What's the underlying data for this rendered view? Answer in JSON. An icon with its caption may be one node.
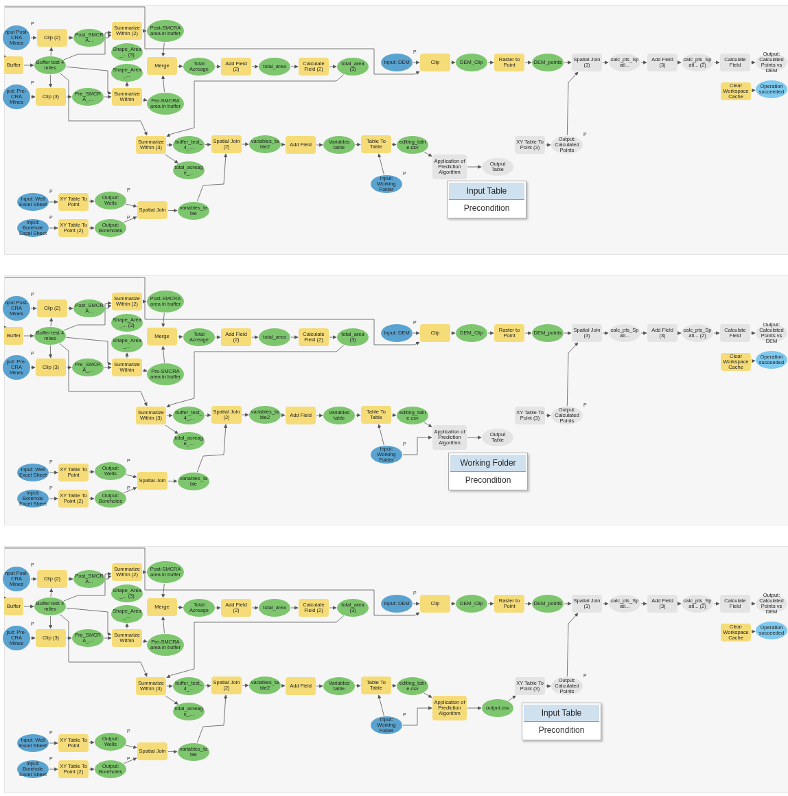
{
  "diagram": {
    "nodes": [
      {
        "text": [],
        "shape": "box"
      },
      {
        "text": [
          "nput Post- CRA Mines"
        ],
        "in": 0,
        "beside": [
          "P"
        ]
      },
      {
        "text": [
          "Clip (2)"
        ],
        "in": 0
      },
      {
        "text": [
          "Post_SMCRA..."
        ],
        "in": 0
      },
      {
        "text": [
          "Summarize Within (2)"
        ],
        "in": 0
      },
      {
        "text": [
          "Post-SMCRA area in buffer"
        ],
        "in": 0
      },
      {
        "text": [
          "Buffer"
        ],
        "in": 0
      },
      {
        "text": [
          "Buffer test 4 miles"
        ],
        "in": 0
      },
      {
        "text": [
          "Shape_Area_... (3)"
        ],
        "in": 0
      },
      {
        "text": [
          "Shape_Area_..."
        ],
        "in": 0
      },
      {
        "text": [
          "Merge"
        ],
        "in": 0
      },
      {
        "text": [
          "Total Acreage"
        ],
        "in": 0
      },
      {
        "text": [
          "Add Field (2)"
        ],
        "in": 0
      },
      {
        "text": [
          "total_area"
        ],
        "in": 0
      },
      {
        "text": [
          "Calculate Field (2)"
        ],
        "in": 0
      },
      {
        "text": [
          "total_area (3)"
        ],
        "in": 0
      },
      {
        "text": [
          "put: Pre- CRA Mines"
        ],
        "in": 0,
        "beside": [
          "P"
        ]
      },
      {
        "text": [
          "Clip (3)"
        ],
        "in": 0
      },
      {
        "text": [
          "Pre_SMCRA_..."
        ],
        "in": 0
      },
      {
        "text": [
          "Summarize Within"
        ],
        "in": 0
      },
      {
        "text": [
          "Pre-SMCRA area in buffer"
        ],
        "in": 0
      },
      {
        "text": [
          "Summarize Within (3)"
        ],
        "in": 0
      },
      {
        "text": [
          "buffer_test_4_..."
        ],
        "in": 0
      },
      {
        "text": [
          "total_acreage_..."
        ],
        "in": 0
      },
      {
        "text": [
          "Spatial Join (2)"
        ],
        "in": 0
      },
      {
        "text": [
          "variables_table2"
        ],
        "in": 0
      },
      {
        "text": [
          "Add Field"
        ],
        "in": 0
      },
      {
        "text": [
          "Variables table"
        ],
        "in": 0
      },
      {
        "text": [
          "Table To Table"
        ],
        "in": 0
      },
      {
        "text": [
          "editing_table.csv"
        ],
        "in": 0
      },
      {
        "text": [
          "Input: Working Folder"
        ],
        "in": 0,
        "beside": [
          "P"
        ]
      },
      {
        "text": [
          "Application of Prediction Algorithm"
        ],
        "in": 0
      },
      {
        "text": [
          "Output Table"
        ],
        "in": 0
      },
      {
        "text": [
          "Input: Well Excel Sheet"
        ],
        "in": 0,
        "beside": [
          "P"
        ]
      },
      {
        "text": [
          "XY Table To Point"
        ],
        "in": 0
      },
      {
        "text": [
          "Output: Wells"
        ],
        "in": 0,
        "beside": [
          "P"
        ]
      },
      {
        "text": [
          "Input: Borehole Excel Sheet"
        ],
        "in": 0,
        "beside": [
          "P"
        ]
      },
      {
        "text": [
          "XY Table To Point (2)"
        ],
        "in": 0
      },
      {
        "text": [
          "Output: Boreholes"
        ],
        "in": 0,
        "beside": [
          "P"
        ]
      },
      {
        "text": [
          "Spatial Join"
        ],
        "in": 0
      },
      {
        "text": [
          "variables_table"
        ],
        "in": 0
      },
      {
        "text": [
          "Input: DEM"
        ],
        "in": 0,
        "beside": [
          "P"
        ]
      },
      {
        "text": [
          "Clip"
        ],
        "in": 0
      },
      {
        "text": [
          "DEM_Clip"
        ],
        "in": 0
      },
      {
        "text": [
          "Raster to Point"
        ],
        "in": 0
      },
      {
        "text": [
          "DEM_points"
        ],
        "in": 0
      },
      {
        "text": [
          "Spatial Join (3)"
        ],
        "in": 0
      },
      {
        "text": [
          "calc_pts_Spati..."
        ],
        "in": 0
      },
      {
        "text": [
          "Add Field (3)"
        ],
        "in": 0
      },
      {
        "text": [
          "calc_pts_Spati... (2)"
        ],
        "in": 0
      },
      {
        "text": [
          "Calculate Field"
        ],
        "in": 0
      },
      {
        "text": [
          "Output: Calculated Points vs DEM"
        ],
        "in": 0
      },
      {
        "text": [
          "Clear Workspace Cache"
        ],
        "in": 0
      },
      {
        "text": [
          "Operation succeeded"
        ],
        "in": 0
      },
      {
        "text": [
          "XY Table To Point (3)"
        ],
        "in": 0
      },
      {
        "text": [
          "Output: Calculated Points"
        ],
        "in": 0,
        "beside": [
          "P"
        ]
      },
      {
        "text": [
          "Input Table",
          "Precondition"
        ],
        "in": 0
      },
      {
        "text": [],
        "shape": "box"
      },
      {
        "text": [
          "nput Post- CRA Mines"
        ],
        "in": 57,
        "beside": [
          "P"
        ]
      },
      {
        "text": [
          "Clip (2)"
        ],
        "in": 57
      },
      {
        "text": [
          "Post_SMCRA..."
        ],
        "in": 57
      },
      {
        "text": [
          "Summarize Within (2)"
        ],
        "in": 57
      },
      {
        "text": [
          "Post-SMCRA area in buffer"
        ],
        "in": 57
      },
      {
        "text": [
          "Buffer"
        ],
        "in": 57
      },
      {
        "text": [
          "Buffer test 4 miles"
        ],
        "in": 57
      },
      {
        "text": [
          "Shape_Area_... (3)"
        ],
        "in": 57
      },
      {
        "text": [
          "Shape_Area_..."
        ],
        "in": 57
      },
      {
        "text": [
          "Merge"
        ],
        "in": 57
      },
      {
        "text": [
          "Total Acreage"
        ],
        "in": 57
      },
      {
        "text": [
          "Add Field (2)"
        ],
        "in": 57
      },
      {
        "text": [
          "total_area"
        ],
        "in": 57
      },
      {
        "text": [
          "Calculate Field (2)"
        ],
        "in": 57
      },
      {
        "text": [
          "total_area (3)"
        ],
        "in": 57
      },
      {
        "text": [
          "put: Pre- CRA Mines"
        ],
        "in": 57,
        "beside": [
          "P"
        ]
      },
      {
        "text": [
          "Clip (3)"
        ],
        "in": 57
      },
      {
        "text": [
          "Pre_SMCRA_..."
        ],
        "in": 57
      },
      {
        "text": [
          "Summarize Within"
        ],
        "in": 57
      },
      {
        "text": [
          "Pre-SMCRA area in buffer"
        ],
        "in": 57
      },
      {
        "text": [
          "Summarize Within (3)"
        ],
        "in": 57
      },
      {
        "text": [
          "buffer_test_4_..."
        ],
        "in": 57
      },
      {
        "text": [
          "total_acreage_..."
        ],
        "in": 57
      },
      {
        "text": [
          "Spatial Join (2)"
        ],
        "in": 57
      },
      {
        "text": [
          "variables_table2"
        ],
        "in": 57
      },
      {
        "text": [
          "Add Field"
        ],
        "in": 57
      },
      {
        "text": [
          "Variables table"
        ],
        "in": 57
      },
      {
        "text": [
          "Table To Table"
        ],
        "in": 57
      },
      {
        "text": [
          "editing_table.csv"
        ],
        "in": 57
      },
      {
        "text": [
          "Input: Working Folder"
        ],
        "in": 57,
        "beside": [
          "P"
        ]
      },
      {
        "text": [
          "Application of Prediction Algorithm"
        ],
        "in": 57
      },
      {
        "text": [
          "Output Table"
        ],
        "in": 57
      },
      {
        "text": [
          "Input: Well Excel Sheet"
        ],
        "in": 57,
        "beside": [
          "P"
        ]
      },
      {
        "text": [
          "XY Table To Point"
        ],
        "in": 57
      },
      {
        "text": [
          "Output: Wells"
        ],
        "in": 57,
        "beside": [
          "P"
        ]
      },
      {
        "text": [
          "Input: Borehole Excel Sheet"
        ],
        "in": 57,
        "beside": [
          "P"
        ]
      },
      {
        "text": [
          "XY Table To Point (2)"
        ],
        "in": 57
      },
      {
        "text": [
          "Output: Boreholes"
        ],
        "in": 57,
        "beside": [
          "P"
        ]
      },
      {
        "text": [
          "Spatial Join"
        ],
        "in": 57
      },
      {
        "text": [
          "variables_table"
        ],
        "in": 57
      },
      {
        "text": [
          "Input: DEM"
        ],
        "in": 57,
        "beside": [
          "P"
        ]
      },
      {
        "text": [
          "Clip"
        ],
        "in": 57
      },
      {
        "text": [
          "DEM_Clip"
        ],
        "in": 57
      },
      {
        "text": [
          "Raster to Point"
        ],
        "in": 57
      },
      {
        "text": [
          "DEM_points"
        ],
        "in": 57
      },
      {
        "text": [
          "Spatial Join (3)"
        ],
        "in": 57
      },
      {
        "text": [
          "calc_pts_Spati..."
        ],
        "in": 57
      },
      {
        "text": [
          "Add Field (3)"
        ],
        "in": 57
      },
      {
        "text": [
          "calc_pts_Spati... (2)"
        ],
        "in": 57
      },
      {
        "text": [
          "Calculate Field"
        ],
        "in": 57
      },
      {
        "text": [
          "Output: Calculated Points vs DEM"
        ],
        "in": 57
      },
      {
        "text": [
          "Clear Workspace Cache"
        ],
        "in": 57
      },
      {
        "text": [
          "Operation succeeded"
        ],
        "in": 57
      },
      {
        "text": [
          "XY Table To Point (3)"
        ],
        "in": 57
      },
      {
        "text": [
          "Output: Calculated Points"
        ],
        "in": 57,
        "beside": [
          "P"
        ]
      },
      {
        "text": [
          "Working Folder",
          "Precondition"
        ],
        "in": 57
      },
      {
        "text": [],
        "shape": "box"
      },
      {
        "text": [
          "nput Post- CRA Mines"
        ],
        "in": 114,
        "beside": [
          "P"
        ]
      },
      {
        "text": [
          "Clip (2)"
        ],
        "in": 114
      },
      {
        "text": [
          "Post_SMCRA..."
        ],
        "in": 114
      },
      {
        "text": [
          "Summarize Within (2)"
        ],
        "in": 114
      },
      {
        "text": [
          "Post-SMCRA area in buffer"
        ],
        "in": 114
      },
      {
        "text": [
          "Buffer"
        ],
        "in": 114
      },
      {
        "text": [
          "Buffer test 4 miles"
        ],
        "in": 114
      },
      {
        "text": [
          "Shape_Area_... (3)"
        ],
        "in": 114
      },
      {
        "text": [
          "Shape_Area_..."
        ],
        "in": 114
      },
      {
        "text": [
          "Merge"
        ],
        "in": 114
      },
      {
        "text": [
          "Total Acreage"
        ],
        "in": 114
      },
      {
        "text": [
          "Add Field (2)"
        ],
        "in": 114
      },
      {
        "text": [
          "total_area"
        ],
        "in": 114
      },
      {
        "text": [
          "Calculate Field (2)"
        ],
        "in": 114
      },
      {
        "text": [
          "total_area (3)"
        ],
        "in": 114
      },
      {
        "text": [
          "put: Pre- CRA Mines"
        ],
        "in": 114,
        "beside": [
          "P"
        ]
      },
      {
        "text": [
          "Clip (3)"
        ],
        "in": 114
      },
      {
        "text": [
          "Pre_SMCRA_..."
        ],
        "in": 114
      },
      {
        "text": [
          "Summarize Within"
        ],
        "in": 114
      },
      {
        "text": [
          "Pre-SMCRA area in buffer"
        ],
        "in": 114
      },
      {
        "text": [
          "Summarize Within (3)"
        ],
        "in": 114
      },
      {
        "text": [
          "buffer_test_4_..."
        ],
        "in": 114
      },
      {
        "text": [
          "total_acreage_..."
        ],
        "in": 114
      },
      {
        "text": [
          "Spatial Join (2)"
        ],
        "in": 114
      },
      {
        "text": [
          "variables_table2"
        ],
        "in": 114
      },
      {
        "text": [
          "Add Field"
        ],
        "in": 114
      },
      {
        "text": [
          "Variables table"
        ],
        "in": 114
      },
      {
        "text": [
          "Table To Table"
        ],
        "in": 114
      },
      {
        "text": [
          "editing_table.csv"
        ],
        "in": 114
      },
      {
        "text": [
          "Input: Working Folder"
        ],
        "in": 114,
        "beside": [
          "P"
        ]
      },
      {
        "text": [
          "Application of Prediction Algorithm"
        ],
        "in": 114
      },
      {
        "text": [
          "output.csv"
        ],
        "in": 114
      },
      {
        "text": [
          "Input: Well Excel Sheet"
        ],
        "in": 114,
        "beside": [
          "P"
        ]
      },
      {
        "text": [
          "XY Table To Point"
        ],
        "in": 114
      },
      {
        "text": [
          "Output: Wells"
        ],
        "in": 114,
        "beside": [
          "P"
        ]
      },
      {
        "text": [
          "Input: Borehole Excel Sheet"
        ],
        "in": 114,
        "beside": [
          "P"
        ]
      },
      {
        "text": [
          "XY Table To Point (2)"
        ],
        "in": 114
      },
      {
        "text": [
          "Output: Boreholes"
        ],
        "in": 114,
        "beside": [
          "P"
        ]
      },
      {
        "text": [
          "Spatial Join"
        ],
        "in": 114
      },
      {
        "text": [
          "variables_table"
        ],
        "in": 114
      },
      {
        "text": [
          "Input: DEM"
        ],
        "in": 114,
        "beside": [
          "P"
        ]
      },
      {
        "text": [
          "Clip"
        ],
        "in": 114
      },
      {
        "text": [
          "DEM_Clip"
        ],
        "in": 114
      },
      {
        "text": [
          "Raster to Point"
        ],
        "in": 114
      },
      {
        "text": [
          "DEM_points"
        ],
        "in": 114
      },
      {
        "text": [
          "Spatial Join (3)"
        ],
        "in": 114
      },
      {
        "text": [
          "calc_pts_Spati..."
        ],
        "in": 114
      },
      {
        "text": [
          "Add Field (3)"
        ],
        "in": 114
      },
      {
        "text": [
          "calc_pts_Spati... (2)"
        ],
        "in": 114
      },
      {
        "text": [
          "Calculate Field"
        ],
        "in": 114
      },
      {
        "text": [
          "Output: Calculated Points vs DEM"
        ],
        "in": 114
      },
      {
        "text": [
          "Clear Workspace Cache"
        ],
        "in": 114
      },
      {
        "text": [
          "Operation succeeded"
        ],
        "in": 114
      },
      {
        "text": [
          "XY Table To Point (3)"
        ],
        "in": 114
      },
      {
        "text": [
          "Output: Calculated Points"
        ],
        "in": 114,
        "beside": [
          "P"
        ]
      },
      {
        "text": [
          "Input Table",
          "Precondition"
        ],
        "in": 114
      }
    ],
    "edges": [
      {
        "from": null,
        "to": 6,
        "arrow": "to"
      },
      {
        "from": 1,
        "to": 2,
        "arrow": "to"
      },
      {
        "from": 2,
        "to": 3,
        "arrow": "to"
      },
      {
        "from": 3,
        "to": 4,
        "arrow": "to"
      },
      {
        "from": 7,
        "to": 4,
        "arrow": "to"
      },
      {
        "from": 4,
        "to": 5,
        "arrow": "to"
      },
      {
        "from": 5,
        "to": 10,
        "arrow": "to"
      },
      {
        "from": 6,
        "to": 7,
        "arrow": "to"
      },
      {
        "from": 7,
        "to": 2,
        "arrow": "to"
      },
      {
        "from": 7,
        "to": 17,
        "arrow": "to"
      },
      {
        "from": 7,
        "to": 19,
        "arrow": "to"
      },
      {
        "from": 7,
        "to": 21,
        "arrow": "to"
      },
      {
        "from": 16,
        "to": 17,
        "arrow": "to"
      },
      {
        "from": 17,
        "to": 18,
        "arrow": "to"
      },
      {
        "from": 18,
        "to": 19,
        "arrow": "to"
      },
      {
        "from": 19,
        "to": 9,
        "arrow": "to"
      },
      {
        "from": 19,
        "to": 20,
        "arrow": "to"
      },
      {
        "from": 20,
        "to": 10,
        "arrow": "to"
      },
      {
        "from": 10,
        "to": 11,
        "arrow": "to"
      },
      {
        "from": 11,
        "to": 12,
        "arrow": "to"
      },
      {
        "from": 12,
        "to": 13,
        "arrow": "to"
      },
      {
        "from": 13,
        "to": 14,
        "arrow": "to"
      },
      {
        "from": 14,
        "to": 15,
        "arrow": "to"
      },
      {
        "from": 15,
        "to": 21,
        "arrow": "to"
      },
      {
        "from": 21,
        "to": 22,
        "arrow": "to"
      },
      {
        "from": 21,
        "to": 23,
        "arrow": "to"
      },
      {
        "from": 22,
        "to": 24,
        "arrow": "to"
      },
      {
        "from": 24,
        "to": 25,
        "arrow": "to"
      },
      {
        "from": 25,
        "to": 26,
        "arrow": "to"
      },
      {
        "from": 26,
        "to": 27,
        "arrow": "to"
      },
      {
        "from": 27,
        "to": 28,
        "arrow": "to"
      },
      {
        "from": 30,
        "to": 28,
        "arrow": "to"
      },
      {
        "from": 28,
        "to": 29,
        "arrow": "to"
      },
      {
        "from": 29,
        "to": 31,
        "arrow": "to"
      },
      {
        "from": 31,
        "to": 32,
        "arrow": "to"
      },
      {
        "from": 33,
        "to": 34,
        "arrow": "to"
      },
      {
        "from": 34,
        "to": 35,
        "arrow": "to"
      },
      {
        "from": 35,
        "to": 39,
        "arrow": "to"
      },
      {
        "from": 36,
        "to": 37,
        "arrow": "to"
      },
      {
        "from": 37,
        "to": 38,
        "arrow": "to"
      },
      {
        "from": 38,
        "to": 39,
        "arrow": "to"
      },
      {
        "from": 39,
        "to": 40,
        "arrow": "to"
      },
      {
        "from": 40,
        "to": 24,
        "arrow": "to"
      },
      {
        "from": null,
        "to": 42,
        "arrow": "to"
      },
      {
        "from": 41,
        "to": 42,
        "arrow": "to"
      },
      {
        "from": 42,
        "to": 43,
        "arrow": "to"
      },
      {
        "from": 43,
        "to": 44,
        "arrow": "to"
      },
      {
        "from": 44,
        "to": 45,
        "arrow": "to"
      },
      {
        "from": 45,
        "to": 46,
        "arrow": "to"
      },
      {
        "from": 46,
        "to": 47,
        "arrow": "to"
      },
      {
        "from": 47,
        "to": 48,
        "arrow": "to"
      },
      {
        "from": 48,
        "to": 49,
        "arrow": "to"
      },
      {
        "from": 49,
        "to": 50,
        "arrow": "to"
      },
      {
        "from": 50,
        "to": 51,
        "arrow": "to"
      },
      {
        "from": 52,
        "to": 53,
        "arrow": "to"
      },
      {
        "from": 54,
        "to": 55,
        "arrow": "to"
      },
      {
        "from": 55,
        "to": 46,
        "arrow": "to"
      },
      {
        "from": null,
        "to": 63,
        "arrow": "to"
      },
      {
        "from": 58,
        "to": 59,
        "arrow": "to"
      },
      {
        "from": 59,
        "to": 60,
        "arrow": "to"
      },
      {
        "from": 60,
        "to": 61,
        "arrow": "to"
      },
      {
        "from": 64,
        "to": 61,
        "arrow": "to"
      },
      {
        "from": 61,
        "to": 62,
        "arrow": "to"
      },
      {
        "from": 62,
        "to": 67,
        "arrow": "to"
      },
      {
        "from": 63,
        "to": 64,
        "arrow": "to"
      },
      {
        "from": 64,
        "to": 59,
        "arrow": "to"
      },
      {
        "from": 64,
        "to": 74,
        "arrow": "to"
      },
      {
        "from": 64,
        "to": 76,
        "arrow": "to"
      },
      {
        "from": 64,
        "to": 78,
        "arrow": "to"
      },
      {
        "from": 73,
        "to": 74,
        "arrow": "to"
      },
      {
        "from": 74,
        "to": 75,
        "arrow": "to"
      },
      {
        "from": 75,
        "to": 76,
        "arrow": "to"
      },
      {
        "from": 76,
        "to": 66,
        "arrow": "to"
      },
      {
        "from": 76,
        "to": 77,
        "arrow": "to"
      },
      {
        "from": 77,
        "to": 67,
        "arrow": "to"
      },
      {
        "from": 67,
        "to": 68,
        "arrow": "to"
      },
      {
        "from": 68,
        "to": 69,
        "arrow": "to"
      },
      {
        "from": 69,
        "to": 70,
        "arrow": "to"
      },
      {
        "from": 70,
        "to": 71,
        "arrow": "to"
      },
      {
        "from": 71,
        "to": 72,
        "arrow": "to"
      },
      {
        "from": 72,
        "to": 78,
        "arrow": "to"
      },
      {
        "from": 78,
        "to": 79,
        "arrow": "to"
      },
      {
        "from": 78,
        "to": 80,
        "arrow": "to"
      },
      {
        "from": 79,
        "to": 81,
        "arrow": "to"
      },
      {
        "from": 81,
        "to": 82,
        "arrow": "to"
      },
      {
        "from": 82,
        "to": 83,
        "arrow": "to"
      },
      {
        "from": 83,
        "to": 84,
        "arrow": "to"
      },
      {
        "from": 84,
        "to": 85,
        "arrow": "to"
      },
      {
        "from": 87,
        "to": 85,
        "arrow": "to"
      },
      {
        "from": 85,
        "to": 86,
        "arrow": "to"
      },
      {
        "from": 86,
        "to": 88,
        "arrow": "to"
      },
      {
        "from": 87,
        "to": 88,
        "arrow": "to"
      },
      {
        "from": 88,
        "to": 89,
        "arrow": "to"
      },
      {
        "from": 90,
        "to": 91,
        "arrow": "to"
      },
      {
        "from": 91,
        "to": 92,
        "arrow": "to"
      },
      {
        "from": 92,
        "to": 96,
        "arrow": "to"
      },
      {
        "from": 93,
        "to": 94,
        "arrow": "to"
      },
      {
        "from": 94,
        "to": 95,
        "arrow": "to"
      },
      {
        "from": 95,
        "to": 96,
        "arrow": "to"
      },
      {
        "from": 96,
        "to": 97,
        "arrow": "to"
      },
      {
        "from": 97,
        "to": 81,
        "arrow": "to"
      },
      {
        "from": null,
        "to": 99,
        "arrow": "to"
      },
      {
        "from": 98,
        "to": 99,
        "arrow": "to"
      },
      {
        "from": 99,
        "to": 100,
        "arrow": "to"
      },
      {
        "from": 100,
        "to": 101,
        "arrow": "to"
      },
      {
        "from": 101,
        "to": 102,
        "arrow": "to"
      },
      {
        "from": 102,
        "to": 103,
        "arrow": "to"
      },
      {
        "from": 103,
        "to": 104,
        "arrow": "to"
      },
      {
        "from": 104,
        "to": 105,
        "arrow": "to"
      },
      {
        "from": 105,
        "to": 106,
        "arrow": "to"
      },
      {
        "from": 106,
        "to": 107,
        "arrow": "to"
      },
      {
        "from": 107,
        "to": 108,
        "arrow": "to"
      },
      {
        "from": 109,
        "to": 110,
        "arrow": "to"
      },
      {
        "from": 111,
        "to": 112,
        "arrow": "to"
      },
      {
        "from": 112,
        "to": 103,
        "arrow": "to"
      },
      {
        "from": null,
        "to": 120,
        "arrow": "to"
      },
      {
        "from": 115,
        "to": 116,
        "arrow": "to"
      },
      {
        "from": 116,
        "to": 117,
        "arrow": "to"
      },
      {
        "from": 117,
        "to": 118,
        "arrow": "to"
      },
      {
        "from": 121,
        "to": 118,
        "arrow": "to"
      },
      {
        "from": 118,
        "to": 119,
        "arrow": "to"
      },
      {
        "from": 119,
        "to": 124,
        "arrow": "to"
      },
      {
        "from": 120,
        "to": 121,
        "arrow": "to"
      },
      {
        "from": 121,
        "to": 116,
        "arrow": "to"
      },
      {
        "from": 121,
        "to": 131,
        "arrow": "to"
      },
      {
        "from": 121,
        "to": 133,
        "arrow": "to"
      },
      {
        "from": 121,
        "to": 135,
        "arrow": "to"
      },
      {
        "from": 130,
        "to": 131,
        "arrow": "to"
      },
      {
        "from": 131,
        "to": 132,
        "arrow": "to"
      },
      {
        "from": 132,
        "to": 133,
        "arrow": "to"
      },
      {
        "from": 133,
        "to": 123,
        "arrow": "to"
      },
      {
        "from": 133,
        "to": 134,
        "arrow": "to"
      },
      {
        "from": 134,
        "to": 124,
        "arrow": "to"
      },
      {
        "from": 124,
        "to": 125,
        "arrow": "to"
      },
      {
        "from": 125,
        "to": 126,
        "arrow": "to"
      },
      {
        "from": 126,
        "to": 127,
        "arrow": "to"
      },
      {
        "from": 127,
        "to": 128,
        "arrow": "to"
      },
      {
        "from": 128,
        "to": 129,
        "arrow": "to"
      },
      {
        "from": 129,
        "to": 135,
        "arrow": "to"
      },
      {
        "from": 135,
        "to": 136,
        "arrow": "to"
      },
      {
        "from": 135,
        "to": 137,
        "arrow": "to"
      },
      {
        "from": 136,
        "to": 138,
        "arrow": "to"
      },
      {
        "from": 138,
        "to": 139,
        "arrow": "to"
      },
      {
        "from": 139,
        "to": 140,
        "arrow": "to"
      },
      {
        "from": 140,
        "to": 141,
        "arrow": "to"
      },
      {
        "from": 141,
        "to": 142,
        "arrow": "to"
      },
      {
        "from": 144,
        "to": 142,
        "arrow": "to"
      },
      {
        "from": 142,
        "to": 143,
        "arrow": "to"
      },
      {
        "from": 143,
        "to": 145,
        "arrow": "to"
      },
      {
        "from": 144,
        "to": 145,
        "arrow": "to"
      },
      {
        "from": 145,
        "to": 146,
        "arrow": "to"
      },
      {
        "from": 146,
        "to": 168,
        "arrow": "to"
      },
      {
        "from": 147,
        "to": 148,
        "arrow": "to"
      },
      {
        "from": 148,
        "to": 149,
        "arrow": "to"
      },
      {
        "from": 149,
        "to": 153,
        "arrow": "to"
      },
      {
        "from": 150,
        "to": 151,
        "arrow": "to"
      },
      {
        "from": 151,
        "to": 152,
        "arrow": "to"
      },
      {
        "from": 152,
        "to": 153,
        "arrow": "to"
      },
      {
        "from": 153,
        "to": 154,
        "arrow": "to"
      },
      {
        "from": 154,
        "to": 138,
        "arrow": "to"
      },
      {
        "from": null,
        "to": 156,
        "arrow": "to"
      },
      {
        "from": 155,
        "to": 156,
        "arrow": "to"
      },
      {
        "from": 156,
        "to": 157,
        "arrow": "to"
      },
      {
        "from": 157,
        "to": 158,
        "arrow": "to"
      },
      {
        "from": 158,
        "to": 159,
        "arrow": "to"
      },
      {
        "from": 159,
        "to": 160,
        "arrow": "to"
      },
      {
        "from": 160,
        "to": 161,
        "arrow": "to"
      },
      {
        "from": 161,
        "to": 162,
        "arrow": "to"
      },
      {
        "from": 162,
        "to": 163,
        "arrow": "to"
      },
      {
        "from": 163,
        "to": 164,
        "arrow": "to"
      },
      {
        "from": 164,
        "to": 165,
        "arrow": "to"
      },
      {
        "from": 166,
        "to": 167,
        "arrow": "to"
      },
      {
        "from": 168,
        "to": 169,
        "arrow": "to"
      },
      {
        "from": 169,
        "to": 160,
        "arrow": "to"
      }
    ]
  }
}
